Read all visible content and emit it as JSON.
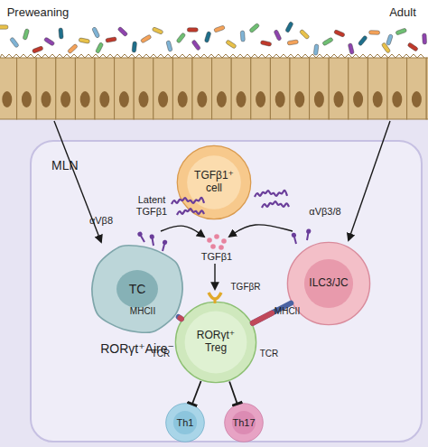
{
  "diagram": {
    "nodes": [
      {
        "text": [
          "MLN"
        ]
      },
      {
        "text": [
          "TGFβ1⁺ cell"
        ],
        "in": 0
      },
      {
        "text": [
          "TC",
          "RORγt⁺Aire⁻"
        ],
        "in": 0
      },
      {
        "text": [
          "ILC3/JC"
        ],
        "in": 0
      },
      {
        "text": [
          "RORγt⁺ Treg"
        ],
        "in": 0
      },
      {
        "text": [
          "Th1"
        ],
        "in": 0
      },
      {
        "text": [
          "Th17"
        ],
        "in": 0
      }
    ],
    "edges": [
      {
        "from": 2,
        "to": 4,
        "arrow": "none"
      },
      {
        "from": 3,
        "to": 4,
        "arrow": "none"
      },
      {
        "from": 4,
        "to": 5,
        "arrow": "to"
      },
      {
        "from": 4,
        "to": 6,
        "arrow": "to"
      }
    ],
    "labels": [
      "Preweaning",
      "Adult",
      "Latent TGFβ1",
      "αVβ8",
      "TGFβ1",
      "αVβ3/8",
      "MHCII",
      "TCR",
      "TGFβR",
      "MHCII",
      "TCR"
    ]
  }
}
